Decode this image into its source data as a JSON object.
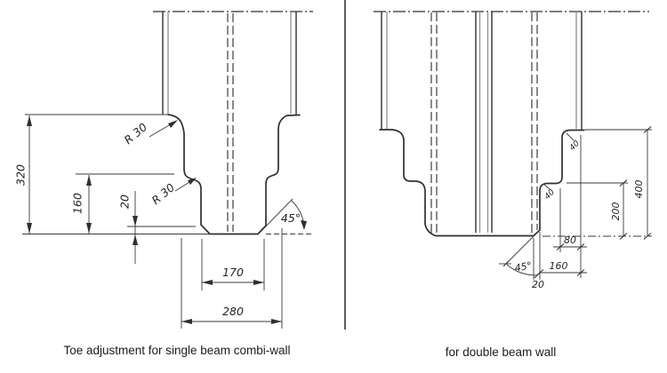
{
  "left": {
    "caption": "Toe adjustment for single beam combi-wall",
    "dims": {
      "d320": "320",
      "d160": "160",
      "d20": "20",
      "d170": "170",
      "d280": "280",
      "r1": "R 30",
      "r2": "R 30",
      "angle": "45°"
    }
  },
  "right": {
    "caption": "for double beam wall",
    "dims": {
      "d400": "400",
      "d200": "200",
      "d80": "80",
      "d160": "160",
      "d20": "20",
      "r1": "40",
      "r2": "40",
      "angle": "45°"
    }
  },
  "colors": {
    "ink": "#2f2f2f",
    "light": "#8f8f8f",
    "background": "#ffffff"
  }
}
